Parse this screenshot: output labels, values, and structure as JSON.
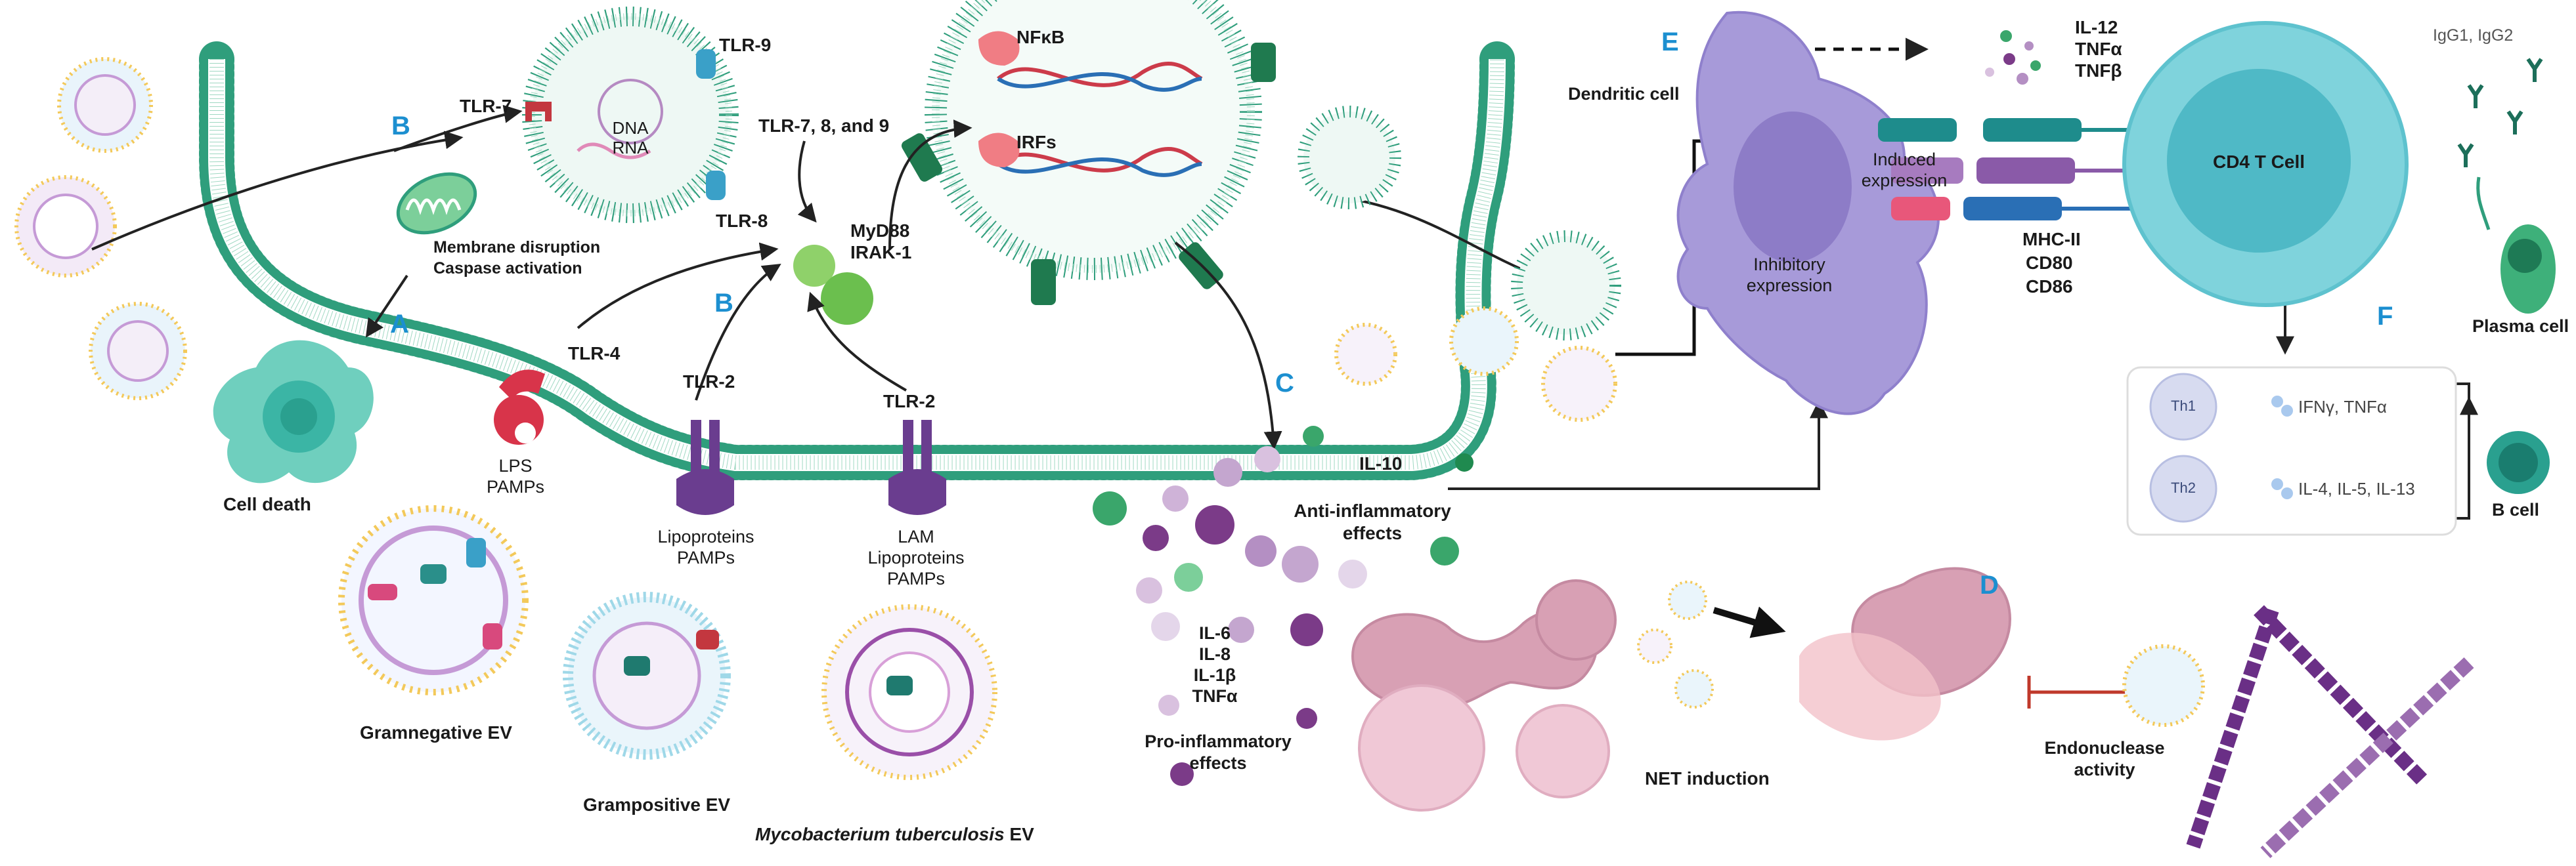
{
  "section_letters": {
    "a": "A",
    "b1": "B",
    "b2": "B",
    "c": "C",
    "d": "D",
    "e": "E",
    "f": "F"
  },
  "labels": {
    "tlr7": "TLR-7",
    "tlr9": "TLR-9",
    "tlr8": "TLR-8",
    "dna": "DNA",
    "rna": "RNA",
    "membrane_disruption": "Membrane disruption",
    "caspase_activation": "Caspase activation",
    "cell_death": "Cell death",
    "tlr4": "TLR-4",
    "lps": "LPS",
    "pamps_lps": "PAMPs",
    "tlr2_left": "TLR-2",
    "lipoproteins": "Lipoproteins",
    "pamps_lipo": "PAMPs",
    "tlr2_right": "TLR-2",
    "lam": "LAM",
    "lam_lipoproteins": "Lipoproteins",
    "pamps_lam": "PAMPs",
    "tlr_789": "TLR-7, 8, and 9",
    "myd88": "MyD88",
    "irak1": "IRAK-1",
    "nfkb": "NFκB",
    "irfs": "IRFs",
    "gramneg_ev": "Gramnegative EV",
    "grampos_ev": "Grampositive EV",
    "mtb_italic": "Mycobacterium tuberculosis",
    "mtb_rest": " EV",
    "il10": "IL-10",
    "anti_inflammatory_1": "Anti-inflammatory",
    "anti_inflammatory_2": "effects",
    "il6": "IL-6",
    "il8": "IL-8",
    "il1b": "IL-1β",
    "tnfa_pro": "TNFα",
    "pro_inflammatory_1": "Pro-inflammatory",
    "pro_inflammatory_2": "effects",
    "net_induction": "NET induction",
    "endonuclease_1": "Endonuclease",
    "endonuclease_2": "activity",
    "dendritic_cell": "Dendritic cell",
    "il12": "IL-12",
    "tnfa_top": "TNFα",
    "tnfb_top": "TNFβ",
    "induced_1": "Induced",
    "induced_2": "expression",
    "inhibitory_1": "Inhibitory",
    "inhibitory_2": "expression",
    "mhc2": "MHC-II",
    "cd80": "CD80",
    "cd86": "CD86",
    "cd4_tcell": "CD4 T Cell",
    "igg": "IgG1, IgG2",
    "plasma_cell": "Plasma cell",
    "b_cell": "B cell",
    "th1": "Th1",
    "th2": "Th2",
    "th1_cytokines": "IFNγ, TNFα",
    "th2_cytokines": "IL-4, IL-5, IL-13"
  },
  "colors": {
    "membrane": "#2f9e7c",
    "membrane_head": "#1f8a67",
    "section_letter": "#1c8fd0",
    "tlr_purple": "#6a3d8f",
    "tlr4_red": "#d8344a",
    "dendritic": "#a79ad9",
    "tcell": "#7fd3dc",
    "cytokine_green": "#3aa66b",
    "cytokine_purple": "#7b3b88",
    "neutrophil": "#d8a0b4"
  }
}
